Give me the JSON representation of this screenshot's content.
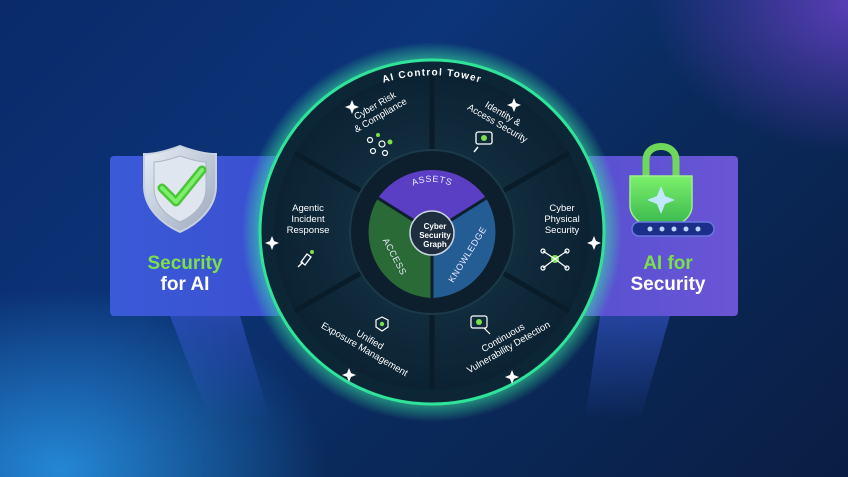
{
  "ring_title": "AI Control Tower",
  "center_label": [
    "Cyber",
    "Security",
    "Graph"
  ],
  "inner_segments": {
    "assets": "ASSETS",
    "access": "ACCESS",
    "knowledge": "KNOWLEDGE"
  },
  "segments": {
    "cyber_risk": [
      "Cyber Risk",
      "& Compliance"
    ],
    "identity": [
      "Identity &",
      "Access Security"
    ],
    "cyber_physical": [
      "Cyber",
      "Physical",
      "Security"
    ],
    "vulnerability": [
      "Continuous",
      "Vulnerability Detection"
    ],
    "exposure": [
      "Unified",
      "Exposure Management"
    ],
    "agentic": [
      "Agentic",
      "Incident",
      "Response"
    ]
  },
  "left_panel": {
    "line1": "Security",
    "line2": "for AI"
  },
  "right_panel": {
    "line1": "AI for",
    "line2": "Security"
  },
  "colors": {
    "accent_green": "#7be04a",
    "glow_green": "#3cf0a0",
    "wheel_dark": "#0f2a3a",
    "assets_purple": "#6a4fd0",
    "access_green": "#2f7a3c",
    "knowledge_blue": "#2a6aa8"
  }
}
